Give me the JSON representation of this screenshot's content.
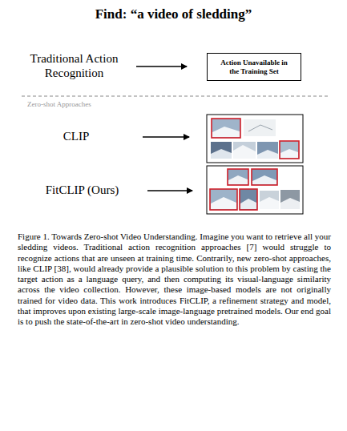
{
  "diagram": {
    "title": "Find: “a video of sledding”",
    "nodes": [
      {
        "text": [
          "Action Unavailable in the Training Set"
        ]
      }
    ],
    "labels": [
      "Traditional Action Recognition",
      "Zero-shot Approaches",
      "CLIP",
      "FitCLIP (Ours)"
    ],
    "caption": "Figure 1. Towards Zero-shot Video Understanding. Imagine you want to retrieve all your sledding videos. Traditional action recognition approaches [7] would struggle to recognize actions that are unseen at training time. Contrarily, new zero-shot approaches, like CLIP [38], would already provide a plausible solution to this problem by casting the target action as a language query, and then computing its visual-language similarity across the video collection. However, these image-based models are not originally trained for video data. This work introduces FitCLIP, a refinement strategy and model, that improves upon existing large-scale image-language pretrained models. Our end goal is to push the state-of-the-art in zero-shot video understanding."
  }
}
